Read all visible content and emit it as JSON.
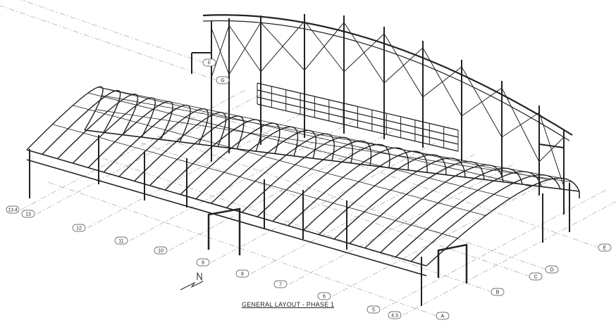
{
  "title": "GENERAL LAYOUT - PHASE 1",
  "grid_labels_numeric": [
    "13.4",
    "13",
    "12",
    "11",
    "10",
    "9",
    "8",
    "7",
    "6",
    "5",
    "4.3"
  ],
  "grid_labels_alpha": [
    "A",
    "B",
    "C",
    "D",
    "E",
    "G",
    "F"
  ],
  "north_arrow_label": "N"
}
